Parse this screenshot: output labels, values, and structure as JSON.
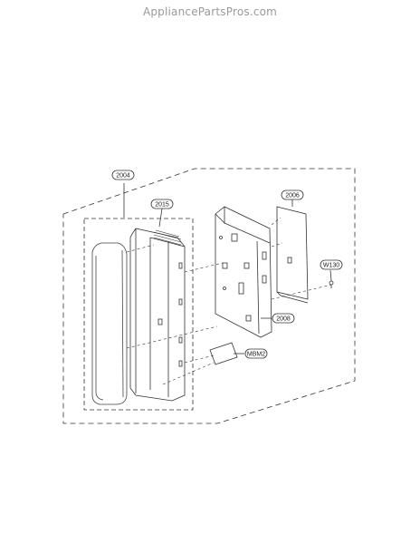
{
  "watermark": "AppliancePartsPros.com",
  "callouts": {
    "assembly": "2004",
    "control_panel": "2015",
    "pcb": "2006",
    "screw": "W130",
    "frame": "2008",
    "membrane": "MBM2"
  }
}
